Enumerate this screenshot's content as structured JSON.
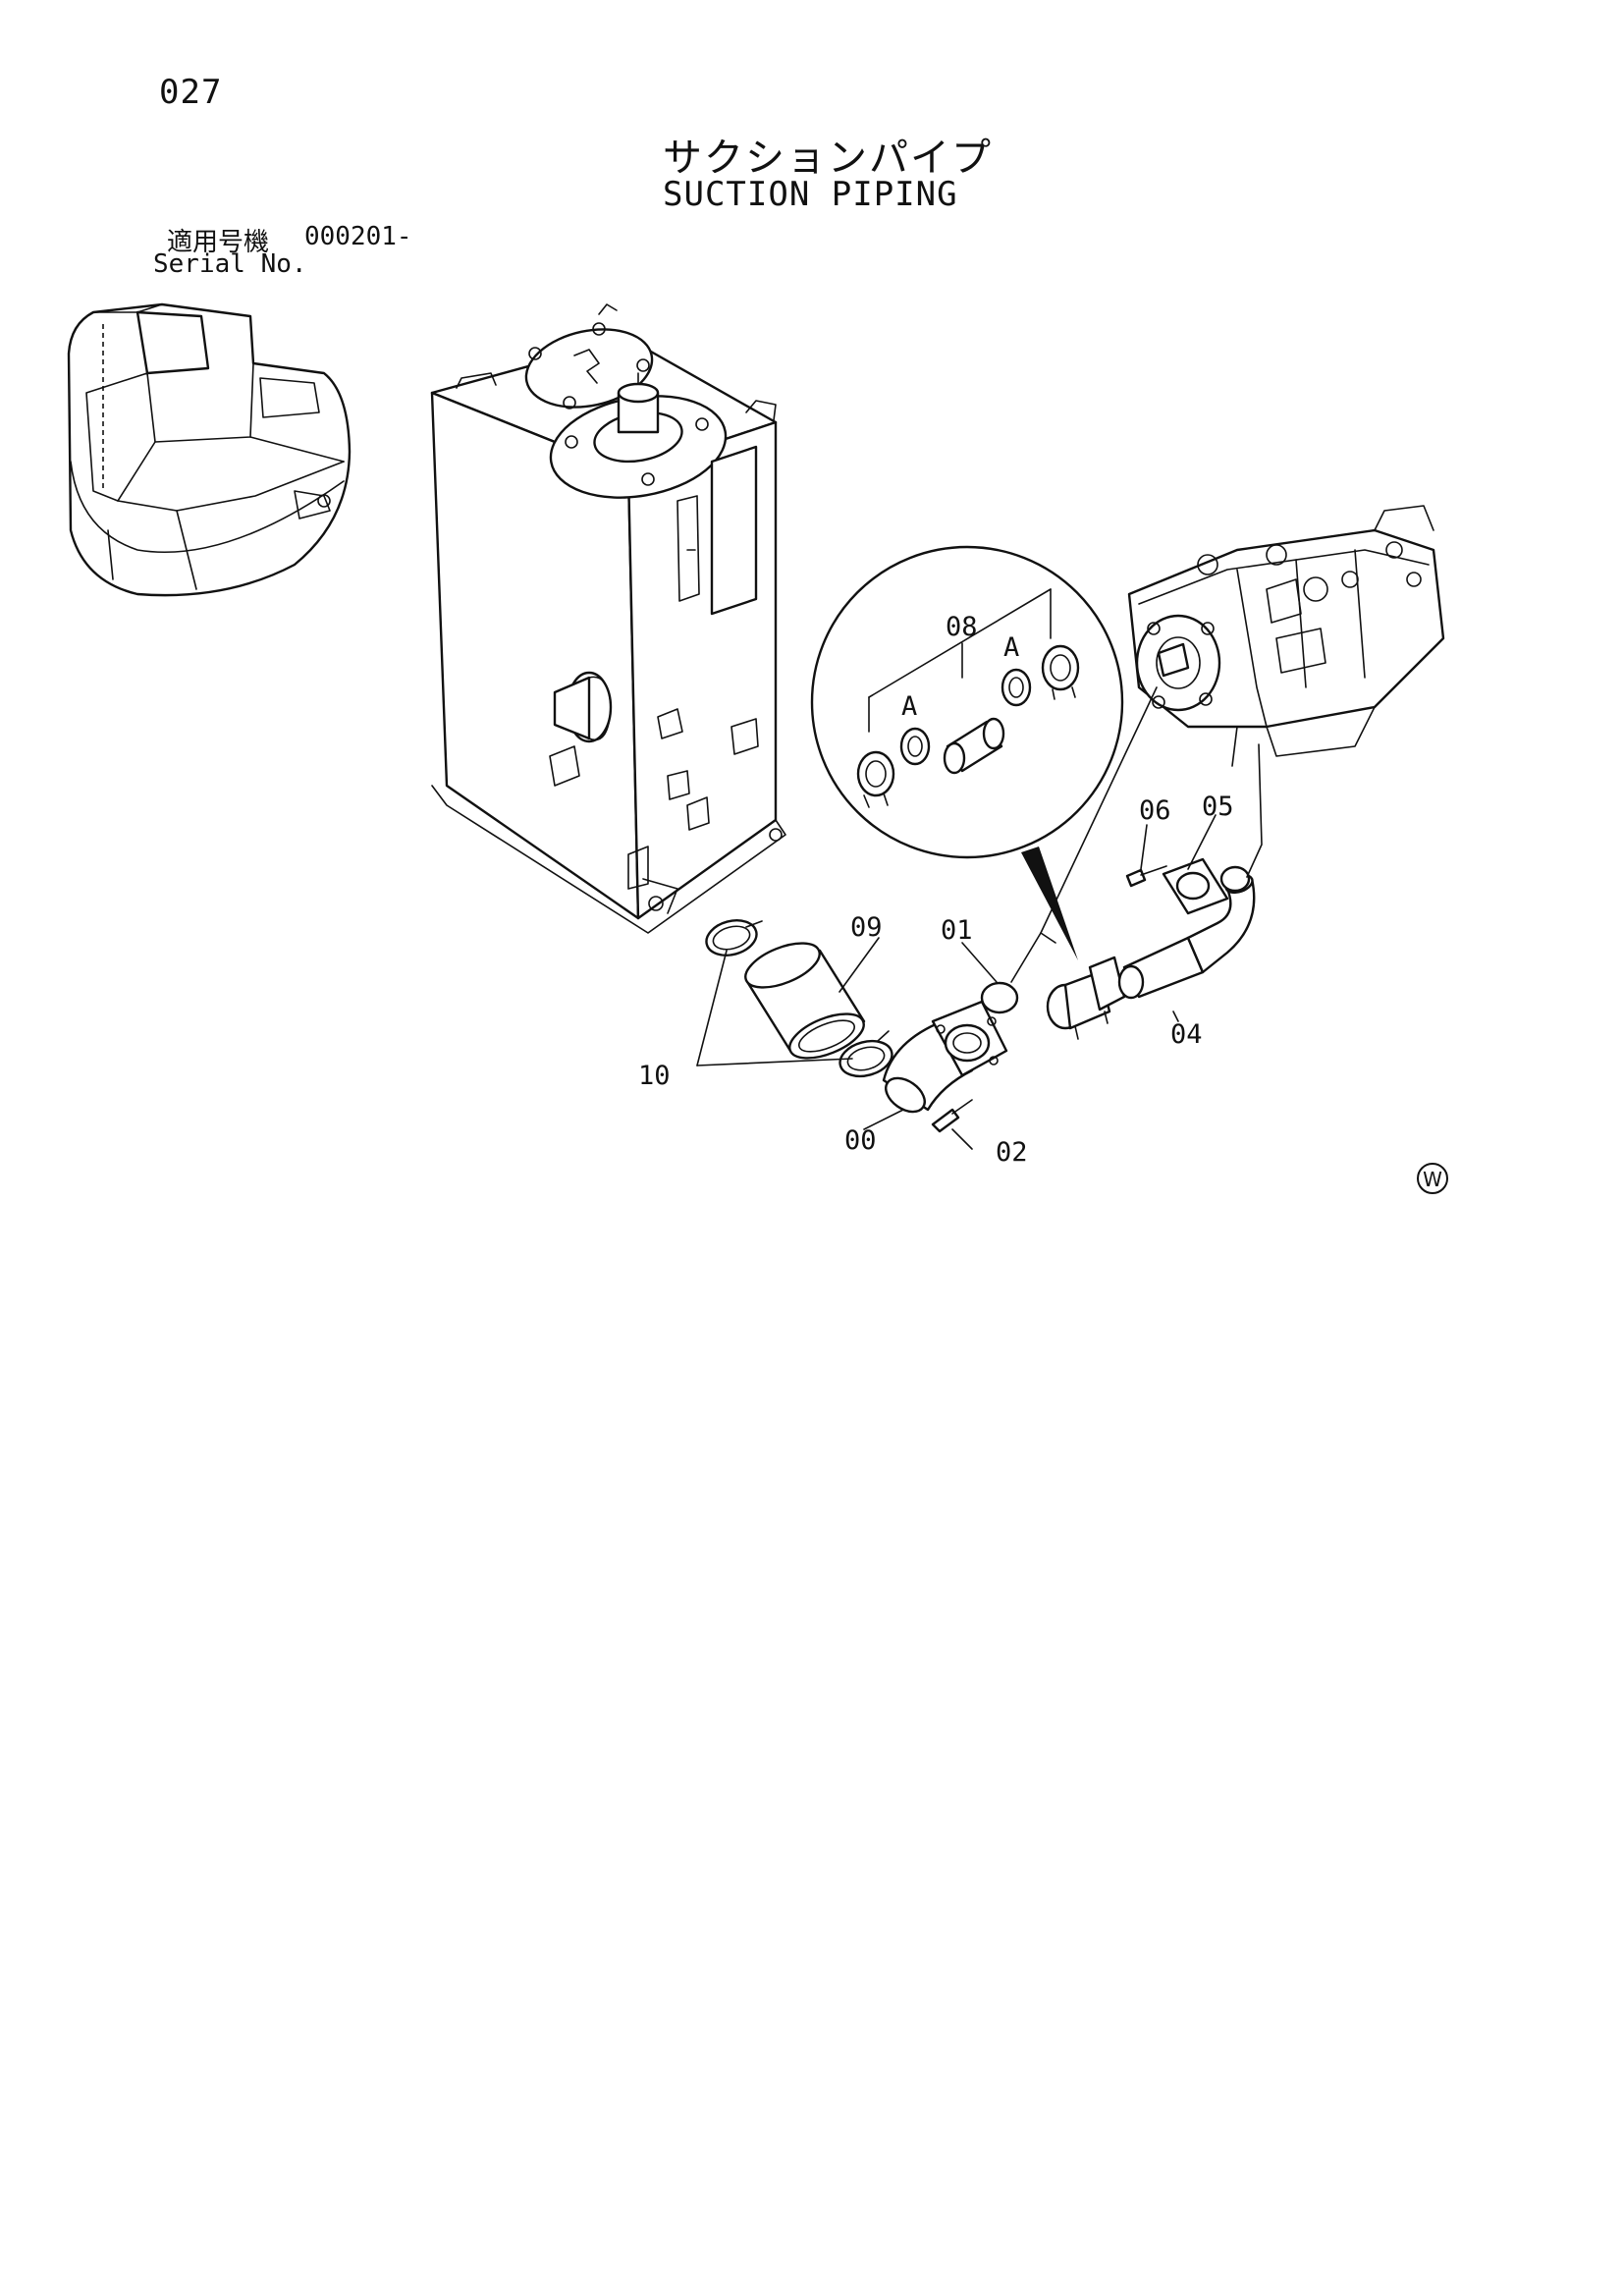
{
  "page": {
    "number": "027",
    "title_ja": "サクションパイプ",
    "title_en": "SUCTION PIPING"
  },
  "serial": {
    "label_ja": "適用号機",
    "value": "000201-",
    "label_en": "Serial No."
  },
  "callouts": {
    "p00": "00",
    "p01": "01",
    "p02": "02",
    "p04": "04",
    "p05": "05",
    "p06": "06",
    "p08": "08",
    "p09": "09",
    "p10": "10",
    "detail_a1": "A",
    "detail_a2": "A"
  },
  "mark": "W"
}
